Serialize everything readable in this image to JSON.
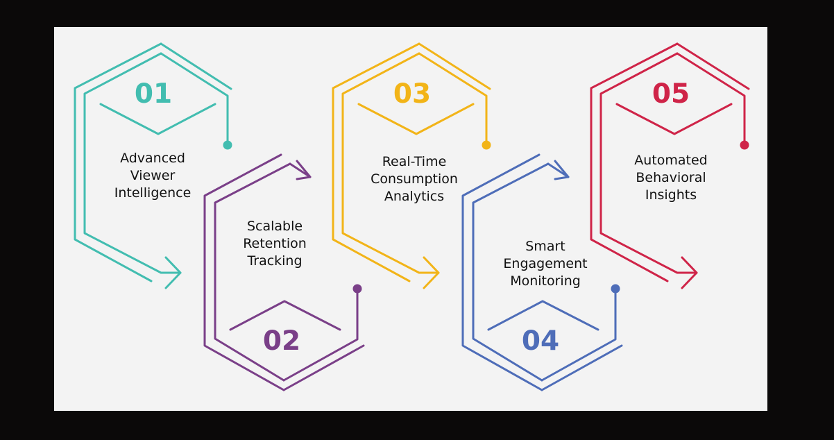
{
  "steps": [
    {
      "number": "01",
      "label": "Advanced\nViewer\nIntelligence",
      "color": "#42bdb0"
    },
    {
      "number": "02",
      "label": "Scalable\nRetention\nTracking",
      "color": "#7a3f88"
    },
    {
      "number": "03",
      "label": "Real-Time\nConsumption\nAnalytics",
      "color": "#f2b418"
    },
    {
      "number": "04",
      "label": "Smart\nEngagement\nMonitoring",
      "color": "#4e6db8"
    },
    {
      "number": "05",
      "label": "Automated\nBehavioral\nInsights",
      "color": "#cf2448"
    }
  ]
}
